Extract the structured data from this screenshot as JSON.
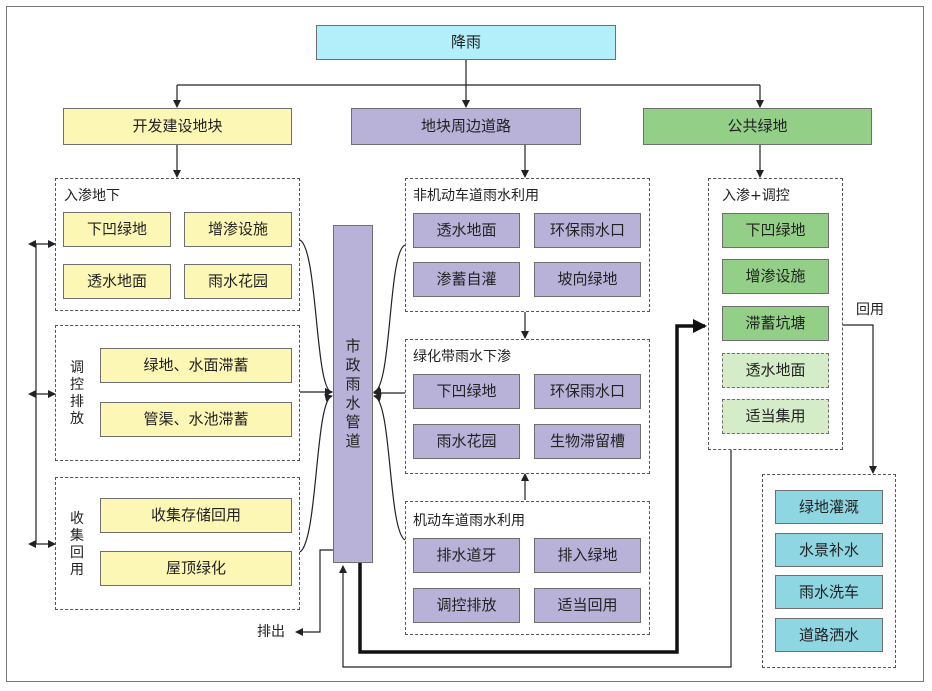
{
  "top": {
    "rain": "降雨"
  },
  "level1": {
    "plot": "开发建设地块",
    "road": "地块周边道路",
    "park": "公共绿地"
  },
  "plot": {
    "infiltrate": {
      "title": "入渗地下",
      "items": [
        "下凹绿地",
        "增渗设施",
        "透水地面",
        "雨水花园"
      ]
    },
    "regulate": {
      "title": "调控排放",
      "items": [
        "绿地、水面滞蓄",
        "管渠、水池滞蓄"
      ]
    },
    "collect": {
      "title": "收集回用",
      "items": [
        "收集存储回用",
        "屋顶绿化"
      ]
    }
  },
  "pipe": {
    "label": "市政雨水管道"
  },
  "road": {
    "nonmotor": {
      "title": "非机动车道雨水利用",
      "items": [
        "透水地面",
        "环保雨水口",
        "渗蓄自灌",
        "坡向绿地"
      ]
    },
    "greenbelt": {
      "title": "绿化带雨水下渗",
      "items": [
        "下凹绿地",
        "环保雨水口",
        "雨水花园",
        "生物滞留槽"
      ]
    },
    "motor": {
      "title": "机动车道雨水利用",
      "items": [
        "排水道牙",
        "排入绿地",
        "调控排放",
        "适当回用"
      ]
    }
  },
  "park": {
    "group": {
      "title": "入渗+调控",
      "items": [
        "下凹绿地",
        "增渗设施",
        "滞蓄坑塘",
        "透水地面",
        "适当集用"
      ]
    },
    "reuse_label": "回用",
    "reuse": [
      "绿地灌溉",
      "水景补水",
      "雨水洗车",
      "道路洒水"
    ]
  },
  "discharge": "排出"
}
